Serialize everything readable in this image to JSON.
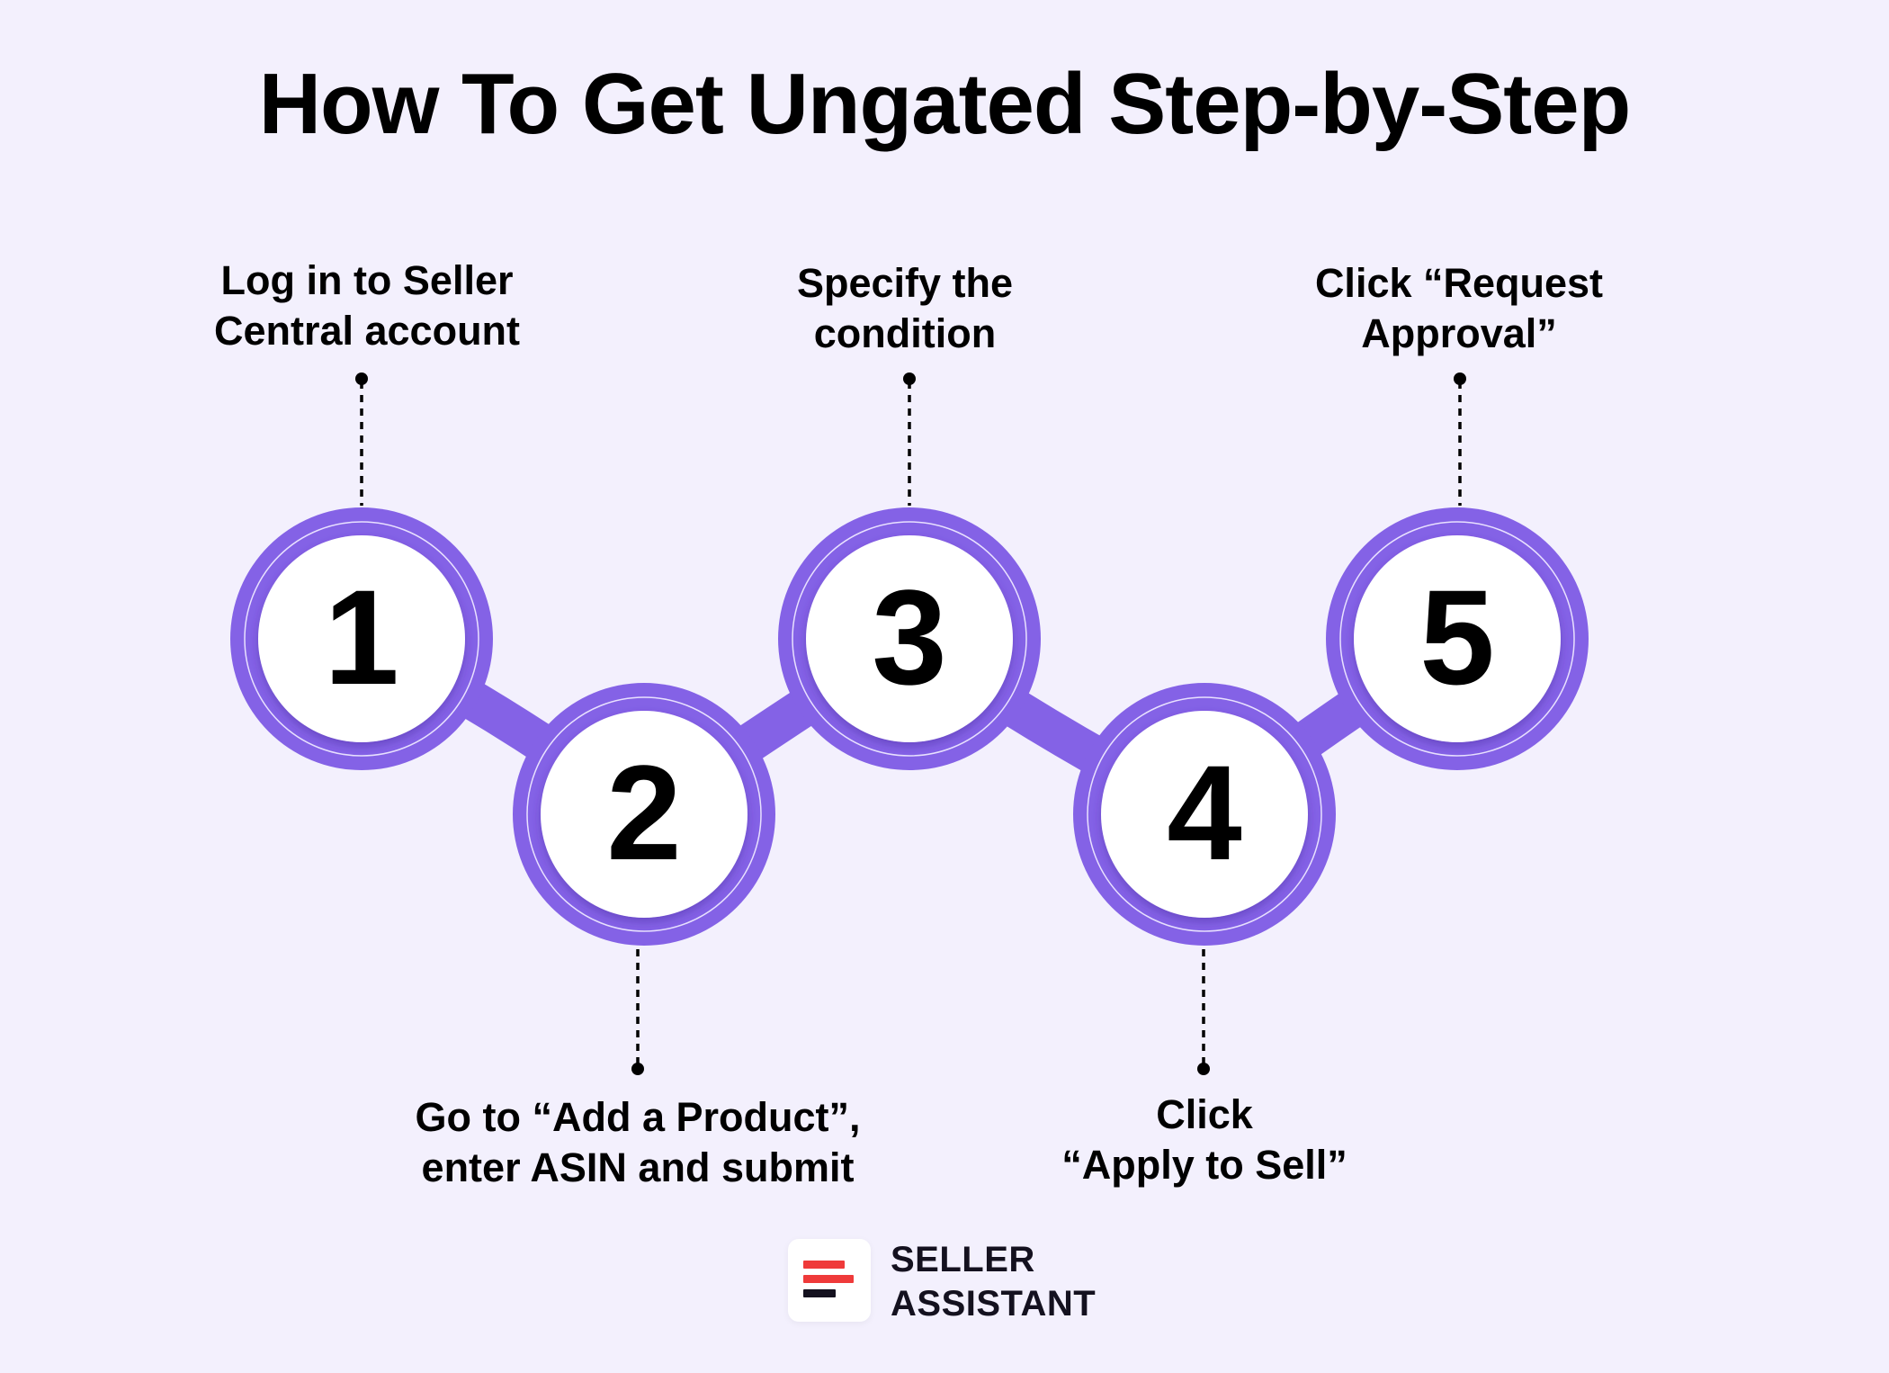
{
  "title": "How To Get Ungated Step-by-Step",
  "colors": {
    "background": "#f3f0fd",
    "accent": "#8462e6",
    "circle_fill": "#ffffff",
    "text": "#000000",
    "logo_red": "#ef3a3a",
    "logo_dark": "#14111f"
  },
  "steps": [
    {
      "number": "1",
      "label_line1": "Log in to Seller",
      "label_line2": "Central account",
      "position": "top"
    },
    {
      "number": "2",
      "label_line1": "Go to “Add a Product”,",
      "label_line2": "enter ASIN and submit",
      "position": "bottom"
    },
    {
      "number": "3",
      "label_line1": "Specify the",
      "label_line2": "condition",
      "position": "top"
    },
    {
      "number": "4",
      "label_line1": "Click",
      "label_line2": "“Apply to Sell”",
      "position": "bottom"
    },
    {
      "number": "5",
      "label_line1": "Click “Request",
      "label_line2": "Approval”",
      "position": "top"
    }
  ],
  "brand": {
    "line1": "SELLER",
    "line2": "ASSISTANT",
    "icon": "seller-assistant-logo-icon"
  }
}
